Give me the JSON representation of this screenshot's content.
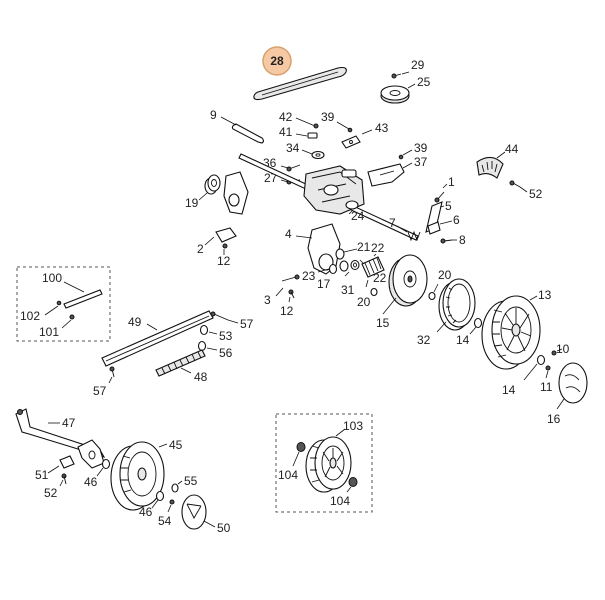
{
  "highlight": {
    "label": "28",
    "fill": "#f5c9a3",
    "stroke": "#d9a06b"
  },
  "callouts": {
    "c29": "29",
    "c25": "25",
    "c9": "9",
    "c42": "42",
    "c39a": "39",
    "c43": "43",
    "c41": "41",
    "c34": "34",
    "c39b": "39",
    "c37": "37",
    "c44": "44",
    "c36": "36",
    "c27": "27",
    "c52a": "52",
    "c1": "1",
    "c19": "19",
    "c24": "24",
    "c5": "5",
    "c6": "6",
    "c7": "7",
    "c8": "8",
    "c4": "4",
    "c21": "21",
    "c2": "2",
    "c12a": "12",
    "c23": "23",
    "c22": "22",
    "c17": "17",
    "c31": "31",
    "c20a": "20",
    "c20b": "20",
    "c3": "3",
    "c12b": "12",
    "c15": "15",
    "c13": "13",
    "c100": "100",
    "c102": "102",
    "c101": "101",
    "c49": "49",
    "c57a": "57",
    "c53": "53",
    "c56": "56",
    "c48": "48",
    "c57b": "57",
    "c32": "32",
    "c14a": "14",
    "c10": "10",
    "c14b": "14",
    "c11": "11",
    "c16": "16",
    "c47": "47",
    "c45": "45",
    "c103": "103",
    "c104a": "104",
    "c104b": "104",
    "c51": "51",
    "c46a": "46",
    "c52b": "52",
    "c55": "55",
    "c46b": "46",
    "c54": "54",
    "c50": "50"
  }
}
